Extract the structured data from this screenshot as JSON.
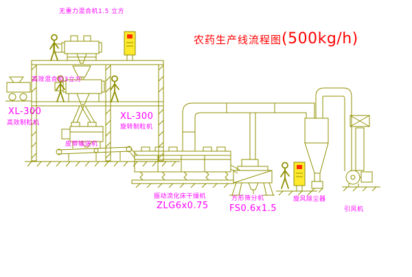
{
  "title": {
    "main": "农药生产线流程图",
    "capacity": "(500kg/h)"
  },
  "labels": {
    "top_mixer": "无重力混合机1.5 立方",
    "mid_mixer": "高效混合机3立方",
    "left_granulator_model": "XL-300",
    "left_granulator_name": "高效制粒机",
    "mid_granulator_model": "XL-300",
    "mid_granulator_name": "旋转制粒机",
    "belt_conveyor": "皮带输送机",
    "dryer_name": "振动流化床干燥机",
    "dryer_model": "ZLG6x0.75",
    "sieve_name": "方形筛分机",
    "sieve_model": "FS0.6x1.5",
    "cyclone_name": "旋风除尘器",
    "fan_name": "引风机"
  },
  "colors": {
    "line": "#8f8f00",
    "label_magenta": "#ff00ff",
    "title_red": "#ff0000",
    "panel_yellow": "#ffe92c",
    "indicator_red": "#ff2d00"
  }
}
